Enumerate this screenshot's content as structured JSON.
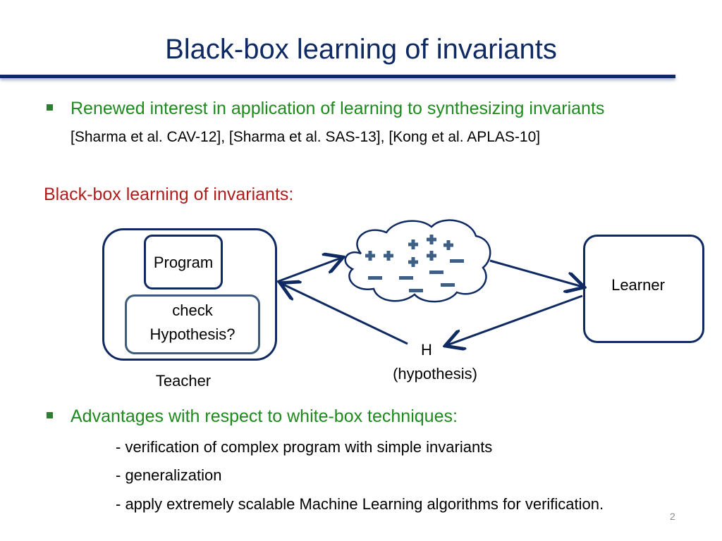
{
  "title": "Black-box learning of invariants",
  "bullet1": "Renewed interest in application of learning to synthesizing invariants",
  "citation": "[Sharma et al.  CAV-12], [Sharma et al. SAS-13], [Kong et al. APLAS-10]",
  "section_heading": "Black-box learning of invariants:",
  "diagram": {
    "program_label": "Program",
    "check_label_line1": "check",
    "check_label_line2": "Hypothesis?",
    "teacher_label": "Teacher",
    "learner_label": "Learner",
    "h_label": "H",
    "hypothesis_label": "(hypothesis)"
  },
  "bullet2": "Advantages with respect to white-box techniques:",
  "sub_items": [
    "- verification of complex program with simple invariants",
    "- generalization",
    "- apply extremely scalable Machine Learning algorithms for verification."
  ],
  "page_number": "2",
  "colors": {
    "navy": "#0f2a62",
    "green": "#1e8a1e",
    "red": "#b01c1c",
    "cloud_blue": "#3d5f86"
  }
}
